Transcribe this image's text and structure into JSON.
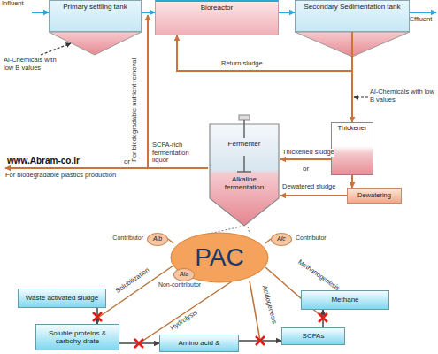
{
  "diagram": {
    "nodes": [
      {
        "text": [
          "Primary settling tank"
        ]
      },
      {
        "text": [
          "Bioreactor"
        ]
      },
      {
        "text": [
          "Secondary Sedimentation tank"
        ]
      },
      {
        "text": [
          "Thickener"
        ]
      },
      {
        "text": [
          "Fermenter",
          "Alkaline fermentation"
        ]
      },
      {
        "text": [
          "Dewatering"
        ]
      },
      {
        "text": [
          "PAC"
        ]
      },
      {
        "text": [
          "Alb"
        ]
      },
      {
        "text": [
          "Alc"
        ]
      },
      {
        "text": [
          "Ala"
        ]
      },
      {
        "text": [
          "Waste activated sludge"
        ]
      },
      {
        "text": [
          "Soluble proteins & carbohy-drate"
        ]
      },
      {
        "text": [
          "Amino acid &"
        ]
      },
      {
        "text": [
          "SCFAs"
        ]
      },
      {
        "text": [
          "Methane"
        ]
      }
    ],
    "edges": [
      {
        "from": 0,
        "to": 1,
        "arrow": "to"
      },
      {
        "from": 1,
        "to": 2,
        "arrow": "to"
      },
      {
        "from": 2,
        "to": 1,
        "label": "Return sludge",
        "arrow": "to"
      },
      {
        "from": 2,
        "to": 3,
        "arrow": "to"
      },
      {
        "from": 3,
        "to": 4,
        "label": "Thickened sludge",
        "arrow": "to"
      },
      {
        "from": 3,
        "to": 5,
        "arrow": "to"
      },
      {
        "from": 5,
        "to": 4,
        "label": "Dewatered sludge",
        "arrow": "to"
      },
      {
        "from": 10,
        "to": 11,
        "arrow": "to"
      },
      {
        "from": 11,
        "to": 12,
        "arrow": "to"
      },
      {
        "from": 12,
        "to": 13,
        "arrow": "to"
      },
      {
        "from": 13,
        "to": 14,
        "arrow": "to"
      }
    ],
    "labels": [
      "Influent",
      "Effluent",
      "Al-Chemicals with low B values",
      "Al-Chemicals with low B values",
      "For biodegradable nutrient removal",
      "www.Abram-co.ir",
      "or",
      "SCFA-rich fermentation liquor",
      "For biodegradable plastics production",
      "or",
      "Contributor",
      "Contributor",
      "Non-contributor",
      "Solubilization",
      "Hydrolysis",
      "Acidogenesis",
      "Methanogenesis"
    ]
  }
}
